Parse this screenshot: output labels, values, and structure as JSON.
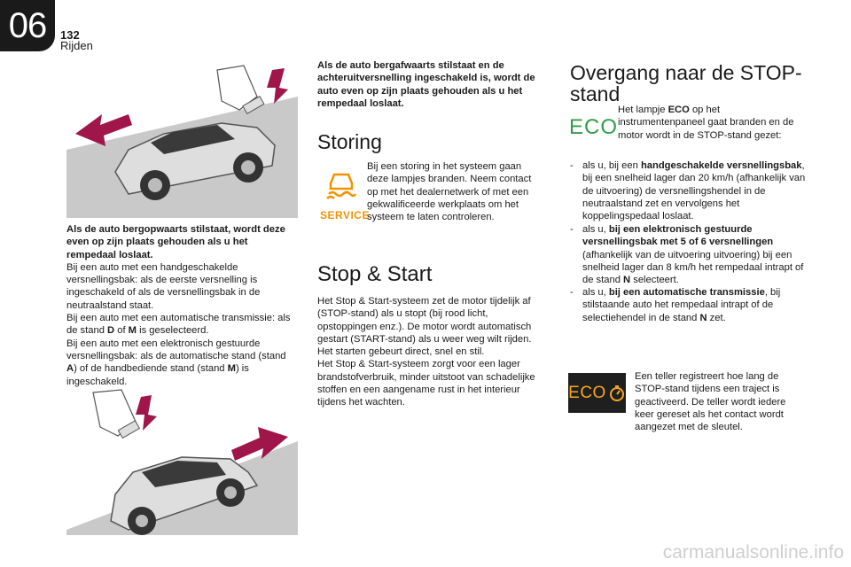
{
  "header": {
    "chapter": "06",
    "page_number": "132",
    "section": "Rijden"
  },
  "col1": {
    "uphill_heading": "Als de auto bergopwaarts stilstaat, wordt deze even op zijn plaats gehouden als u het rempedaal loslaat.",
    "uphill_manual": "Bij een auto met een handgeschakelde versnellingsbak: als de eerste versnelling is ingeschakeld of als de versnellingsbak in de neutraalstand staat.",
    "uphill_auto_pre": "Bij een auto met een automatische transmissie: als de stand ",
    "uphill_auto_d": "D",
    "uphill_auto_of": " of ",
    "uphill_auto_m": "M",
    "uphill_auto_post": " is geselecteerd.",
    "uphill_elec_pre": "Bij een auto met een elektronisch gestuurde versnellingsbak: als de automatische stand (stand ",
    "uphill_elec_a": "A",
    "uphill_elec_mid": ") of de handbediende stand (stand ",
    "uphill_elec_m": "M",
    "uphill_elec_post": ") is ingeschakeld."
  },
  "col2": {
    "downhill_heading": "Als de auto bergafwaarts stilstaat en de achteruitversnelling ingeschakeld is, wordt de auto even op zijn plaats gehouden als u het rempedaal loslaat.",
    "storing_title": "Storing",
    "storing_text": "Bij een storing in het systeem gaan deze lampjes branden. Neem contact op met het dealernetwerk of met een gekwalificeerde werkplaats om het systeem te laten controleren.",
    "service_label": "SERVICE",
    "stopstart_title": "Stop & Start",
    "stopstart_p1": "Het Stop & Start-systeem zet de motor tijdelijk af (STOP-stand) als u stopt (bij rood licht, opstoppingen enz.). De motor wordt automatisch gestart (START-stand) als u weer weg wilt rijden. Het starten gebeurt direct, snel en stil.",
    "stopstart_p2": "Het Stop & Start-systeem zorgt voor een lager brandstofverbruik, minder uitstoot van schadelijke stoffen en een aangename rust in het interieur tijdens het wachten."
  },
  "col3": {
    "title_line1": "Overgang naar de STOP-",
    "title_line2": "stand",
    "eco_icon_text": "ECO",
    "eco_intro_pre": "Het lampje ",
    "eco_intro_bold": "ECO",
    "eco_intro_post": " op het instrumentenpaneel gaat branden en de motor wordt in de STOP-stand gezet:",
    "bullets": [
      {
        "dash": "-",
        "pre": "als u, bij een ",
        "bold": "handgeschakelde versnellingsbak",
        "post": ", bij een snelheid lager dan 20 km/h (afhankelijk van de uitvoering) de versnellingshendel in de neutraalstand zet en vervolgens het koppelingspedaal loslaat."
      },
      {
        "dash": "-",
        "pre": "als u, ",
        "bold": "bij een elektronisch gestuurde versnellingsbak met 5 of 6 versnellingen",
        "post": " (afhankelijk van de uitvoering uitvoering) bij een snelheid lager dan 8 km/h het rempedaal intrapt of de stand ",
        "bold2": "N",
        "post2": " selecteert."
      },
      {
        "dash": "-",
        "pre": "als u, ",
        "bold": "bij een automatische transmissie",
        "post": ", bij stilstaande auto het rempedaal intrapt of de selectiehendel in de stand ",
        "bold2": "N",
        "post2": " zet."
      }
    ],
    "counter_icon_text": "ECO",
    "counter_text": "Een teller registreert hoe lang de STOP-stand tijdens een traject is geactiveerd. De teller wordt iedere keer gereset als het contact wordt aangezet met de sleutel."
  },
  "watermark": "carmanualsonline.info",
  "colors": {
    "accent": "#a0154a",
    "icon_green": "#2e9e4a",
    "icon_orange": "#f5a623",
    "service_orange": "#f39200",
    "dark": "#1a1a1a"
  }
}
